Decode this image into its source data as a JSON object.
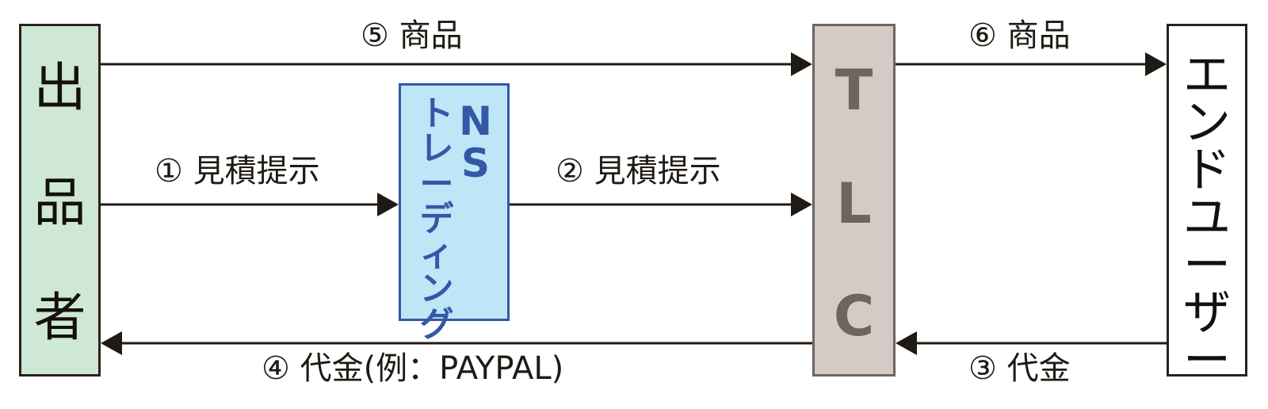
{
  "diagram": {
    "nodes": {
      "seller": {
        "chars": [
          "出",
          "品",
          "者"
        ]
      },
      "ns_trading": {
        "latin": [
          "N",
          "S"
        ],
        "kana": [
          "ト",
          "レ",
          "ー",
          "デ",
          "ィ",
          "ン",
          "グ"
        ]
      },
      "tlc": {
        "chars": [
          "T",
          "L",
          "C"
        ]
      },
      "end_user": {
        "chars": [
          "エ",
          "ン",
          "ド",
          "ユ",
          "ー",
          "ザ",
          "ー"
        ]
      }
    },
    "flows": {
      "step1": "① 見積提示",
      "step2": "② 見積提示",
      "step3": "③ 代金",
      "step4": "④ 代金(例：PAYPAL)",
      "step5": "⑤ 商品",
      "step6": "⑥ 商品"
    },
    "colors": {
      "seller_fill": "#cfe8d5",
      "ns_fill": "#bfe6f7",
      "ns_text": "#3457a6",
      "tlc_fill": "#d3cbc6",
      "tlc_text": "#6e6560",
      "user_fill": "#ffffff",
      "line": "#2a221c"
    }
  }
}
